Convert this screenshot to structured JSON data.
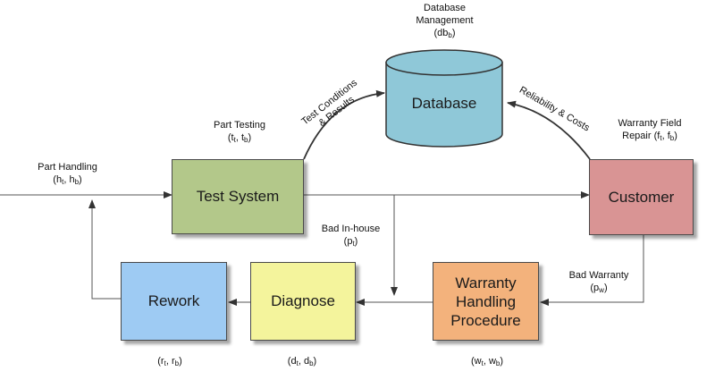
{
  "nodes": {
    "test_system": {
      "label": "Test System",
      "color": "#b3c88a"
    },
    "database": {
      "label": "Database",
      "color": "#8fc8d8"
    },
    "customer": {
      "label": "Customer",
      "color": "#d99494"
    },
    "warranty": {
      "line1": "Warranty",
      "line2": "Handling",
      "line3": "Procedure",
      "color": "#f3b27c"
    },
    "diagnose": {
      "label": "Diagnose",
      "color": "#f4f49c"
    },
    "rework": {
      "label": "Rework",
      "color": "#9ecbf3"
    }
  },
  "labels": {
    "db_mgmt": {
      "line1": "Database",
      "line2": "Management",
      "code_main": "db",
      "code_sub": "b"
    },
    "part_testing": {
      "line1": "Part Testing",
      "a": "t",
      "a_sub": "t",
      "b": "t",
      "b_sub": "b"
    },
    "part_handling": {
      "line1": "Part Handling",
      "a": "h",
      "a_sub": "t",
      "b": "h",
      "b_sub": "b"
    },
    "warranty_field": {
      "line1": "Warranty Field",
      "line2_prefix": "Repair",
      "a": "f",
      "a_sub": "t",
      "b": "f",
      "b_sub": "b"
    },
    "bad_inhouse": {
      "line1": "Bad In-house",
      "code_main": "p",
      "code_sub": "t"
    },
    "bad_warranty": {
      "line1": "Bad Warranty",
      "code_main": "p",
      "code_sub": "w"
    },
    "rework_cost": {
      "a": "r",
      "a_sub": "t",
      "b": "r",
      "b_sub": "b"
    },
    "diagnose_cost": {
      "a": "d",
      "a_sub": "t",
      "b": "d",
      "b_sub": "b"
    },
    "warranty_cost": {
      "a": "w",
      "a_sub": "t",
      "b": "w",
      "b_sub": "b"
    },
    "test_conditions": {
      "line1": "Test Conditions",
      "line2": "& Results"
    },
    "reliability": {
      "line1": "Reliability & Costs"
    }
  }
}
